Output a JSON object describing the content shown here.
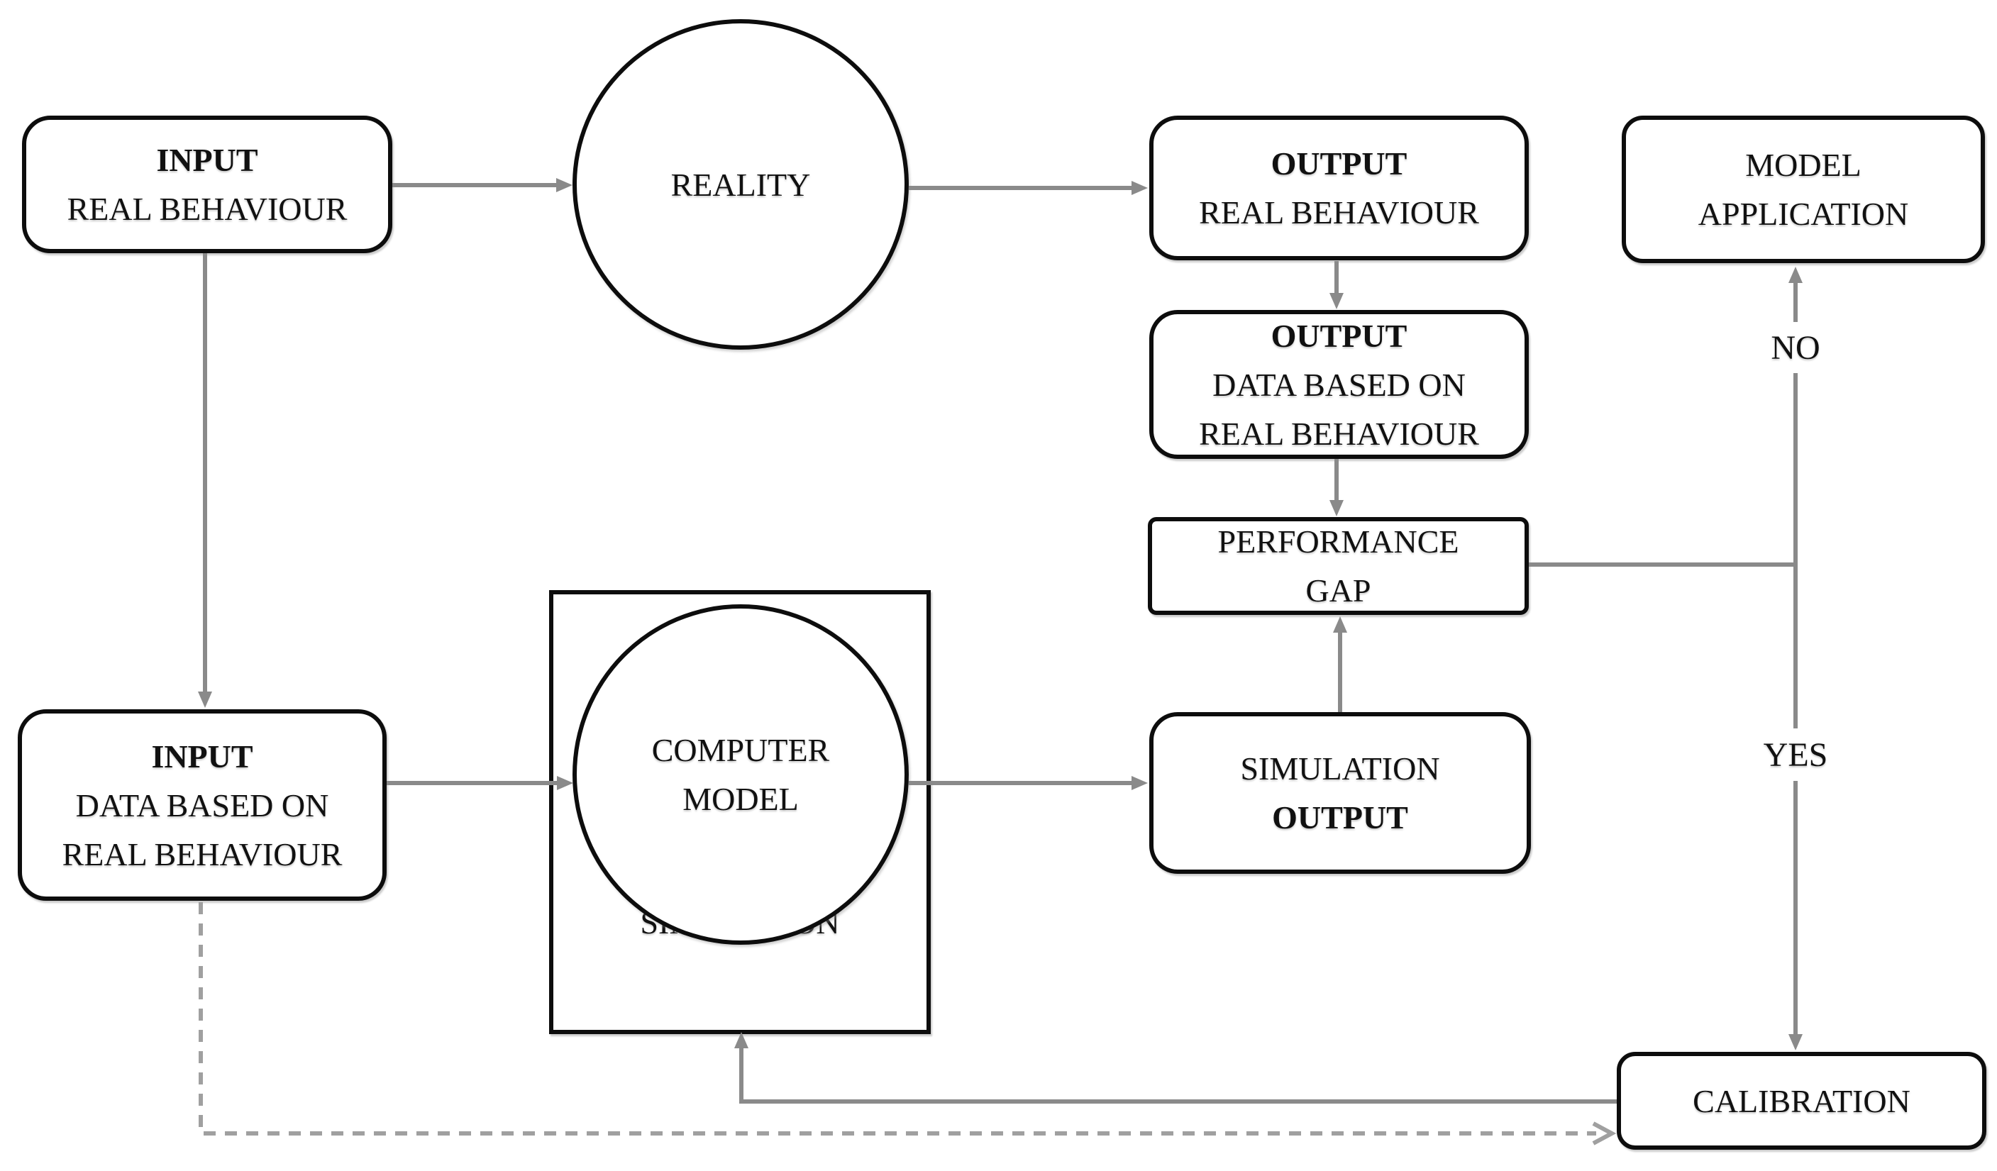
{
  "nodes": {
    "input_real": {
      "line1": "INPUT",
      "line2": "REAL BEHAVIOUR"
    },
    "reality": {
      "label": "REALITY"
    },
    "output_real": {
      "line1": "OUTPUT",
      "line2": "REAL BEHAVIOUR"
    },
    "model_application": {
      "line1": "MODEL",
      "line2": "APPLICATION"
    },
    "output_data": {
      "line1": "OUTPUT",
      "line2": "DATA BASED ON",
      "line3": "REAL BEHAVIOUR"
    },
    "performance_gap": {
      "line1": "PERFORMANCE",
      "line2": "GAP"
    },
    "input_data": {
      "line1": "INPUT",
      "line2": "DATA BASED ON",
      "line3": "REAL BEHAVIOUR"
    },
    "computer_model": {
      "line1": "COMPUTER",
      "line2": "MODEL"
    },
    "simulation": {
      "label": "SIMULATION"
    },
    "simulation_output": {
      "line1": "SIMULATION",
      "line2": "OUTPUT"
    },
    "calibration": {
      "label": "CALIBRATION"
    }
  },
  "edge_labels": {
    "no": "NO",
    "yes": "YES"
  },
  "edges": [
    {
      "from": "INPUT REAL BEHAVIOUR",
      "to": "REALITY",
      "style": "solid"
    },
    {
      "from": "REALITY",
      "to": "OUTPUT REAL BEHAVIOUR",
      "style": "solid"
    },
    {
      "from": "OUTPUT REAL BEHAVIOUR",
      "to": "OUTPUT DATA BASED ON REAL BEHAVIOUR",
      "style": "solid"
    },
    {
      "from": "OUTPUT DATA BASED ON REAL BEHAVIOUR",
      "to": "PERFORMANCE GAP",
      "style": "solid"
    },
    {
      "from": "INPUT REAL BEHAVIOUR",
      "to": "INPUT DATA BASED ON REAL BEHAVIOUR",
      "style": "solid"
    },
    {
      "from": "INPUT DATA BASED ON REAL BEHAVIOUR",
      "to": "COMPUTER MODEL",
      "style": "solid"
    },
    {
      "from": "COMPUTER MODEL",
      "to": "SIMULATION OUTPUT",
      "style": "solid"
    },
    {
      "from": "SIMULATION OUTPUT",
      "to": "PERFORMANCE GAP",
      "style": "solid"
    },
    {
      "from": "PERFORMANCE GAP",
      "to": "MODEL APPLICATION",
      "label": "NO",
      "style": "solid"
    },
    {
      "from": "PERFORMANCE GAP",
      "to": "CALIBRATION",
      "label": "YES",
      "style": "solid"
    },
    {
      "from": "CALIBRATION",
      "to": "SIMULATION",
      "style": "solid"
    },
    {
      "from": "INPUT DATA BASED ON REAL BEHAVIOUR",
      "to": "CALIBRATION",
      "style": "dashed"
    }
  ],
  "colors": {
    "background": "#ffffff",
    "node_fill": "#ffffff",
    "node_border": "#0d0d0d",
    "solid_line": "#8a8a8a",
    "dashed_line": "#a0a0a0",
    "text": "#111111"
  }
}
